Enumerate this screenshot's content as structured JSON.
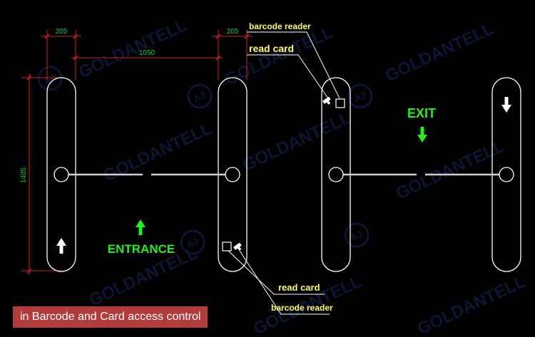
{
  "dimensions": {
    "width_top_left": "205",
    "width_top_right": "205",
    "passage_width": "1050",
    "height": "1405"
  },
  "labels": {
    "top_barcode_reader": "barcode reader",
    "top_read_card": "read card",
    "bottom_read_card": "read card",
    "bottom_barcode_reader": "barcode reader",
    "exit": "EXIT",
    "entrance": "ENTRANCE"
  },
  "watermark": "GOLDANTELL",
  "caption": "in Barcode and Card access control",
  "colors": {
    "background": "#000000",
    "outline": "#ffffff",
    "label_text": "#ffff66",
    "dimension": "#00cc33",
    "dimension_line": "#cc2222",
    "arrow_green": "#22ee22",
    "caption_bg": "#b23b3b"
  },
  "icons": {
    "reader": "card-reader-square-icon",
    "barcode": "barcode-scanner-icon",
    "direction": "arrow-icon"
  }
}
